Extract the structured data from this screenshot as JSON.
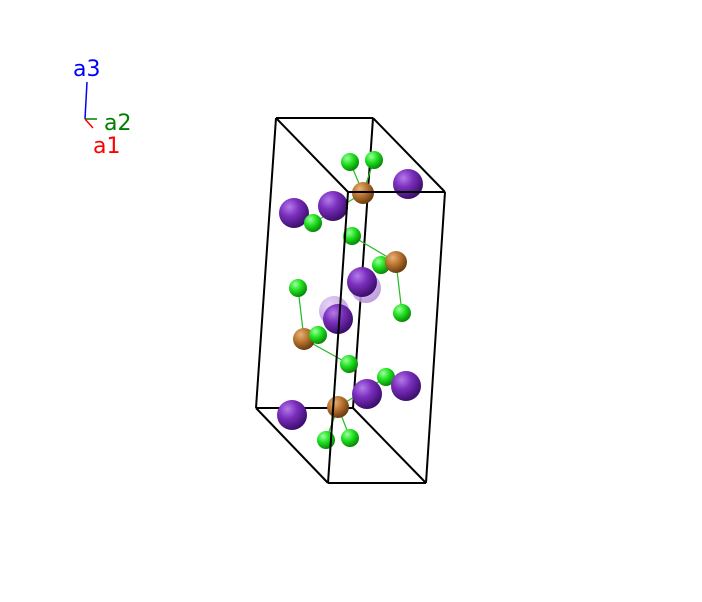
{
  "axes": {
    "a1": {
      "label": "a1",
      "color": "#ff0000"
    },
    "a2": {
      "label": "a2",
      "color": "#008000"
    },
    "a3": {
      "label": "a3",
      "color": "#0000ff"
    }
  },
  "colors": {
    "cell_edge": "#000000",
    "purple_atom": "#7b2fbe",
    "brown_atom": "#b8732e",
    "green_atom": "#1fe01f",
    "bond": "#22bb22"
  }
}
